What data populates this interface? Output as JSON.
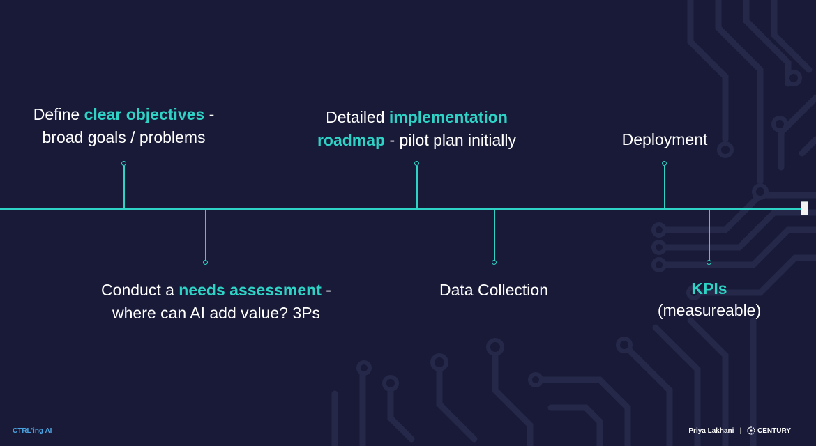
{
  "milestones": [
    {
      "pre": "Define ",
      "highlight": "clear objectives",
      "post": " -",
      "line2": "broad goals / problems"
    },
    {
      "pre": "Conduct a ",
      "highlight": "needs assessment",
      "post": " -",
      "line2": "where can AI add value? 3Ps"
    },
    {
      "pre": "Detailed ",
      "highlight": "implementation",
      "line2_highlight": "roadmap",
      "line2": " - pilot plan initially"
    },
    {
      "text": "Data Collection"
    },
    {
      "text": "Deployment"
    },
    {
      "highlight": "KPIs",
      "line2": "(measureable)"
    }
  ],
  "footer": {
    "brand": "CTRL'ing AI",
    "presenter": "Priya Lakhani",
    "separator": "|",
    "logo": "CENTURY"
  },
  "colors": {
    "background": "#181a38",
    "accent": "#2fd3c6",
    "brand": "#4aa3e0"
  }
}
